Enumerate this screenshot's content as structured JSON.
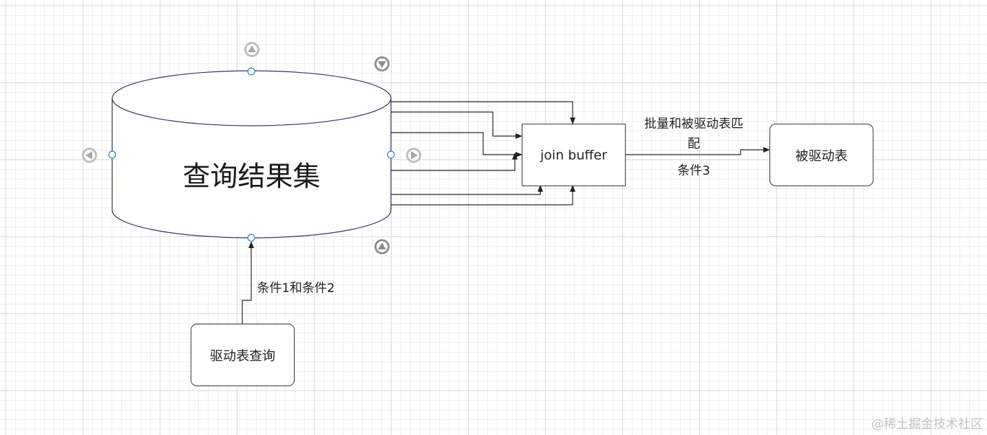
{
  "diagram": {
    "nodes": {
      "result_set": "查询结果集",
      "join_buffer": "join buffer",
      "driven_table": "被驱动表",
      "driving_query": "驱动表查询"
    },
    "edges": {
      "batch_match_line1": "批量和被驱动表匹",
      "batch_match_line2": "配",
      "condition3": "条件3",
      "condition12": "条件1和条件2"
    }
  },
  "watermark": "@稀土掘金技术社区",
  "colors": {
    "line": "#222222",
    "handle": "#2a7fc0",
    "nav_arrow": "#a6a6a6"
  }
}
